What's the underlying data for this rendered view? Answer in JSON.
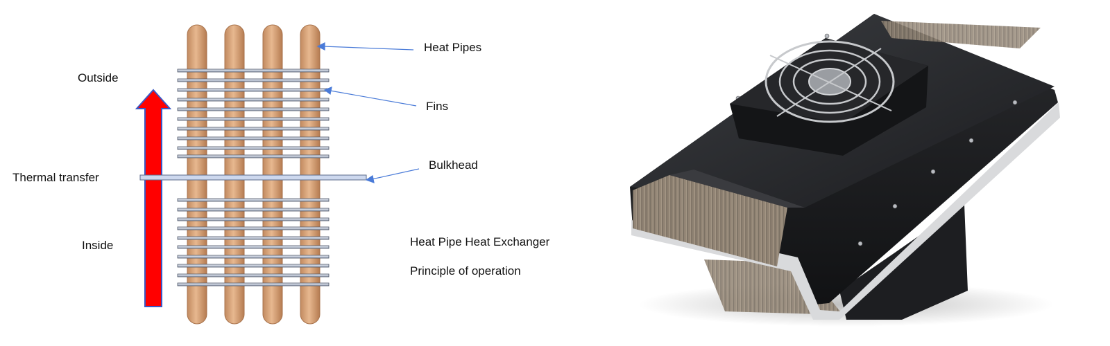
{
  "diagram": {
    "labels": {
      "outside": "Outside",
      "inside": "Inside",
      "thermal_transfer": "Thermal transfer",
      "heat_pipes": "Heat Pipes",
      "fins": "Fins",
      "bulkhead": "Bulkhead"
    },
    "caption": {
      "line1": "Heat Pipe Heat Exchanger",
      "line2": "Principle of operation"
    },
    "colors": {
      "arrow_fill": "#ff0000",
      "arrow_outline": "#3b57c4",
      "pipe": "#d9a47c",
      "pipe_stroke": "#b07a52",
      "fin": "#b9c3d4",
      "bulkhead": "#cdd8ee",
      "leader_line": "#4a7bd8"
    },
    "pipe_count": 4
  },
  "product_photo": {
    "icons": [
      "fan-icon",
      "heatsink-icon"
    ]
  }
}
